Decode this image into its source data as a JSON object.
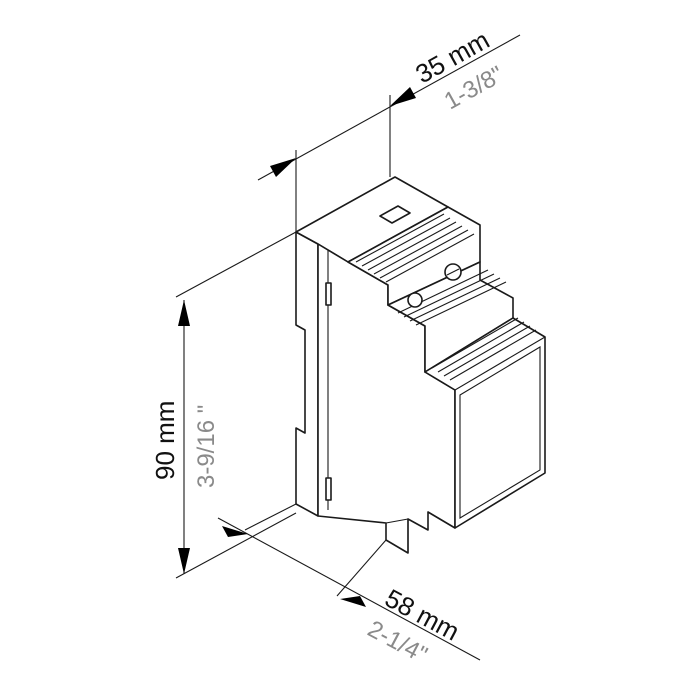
{
  "dimensions": {
    "width": {
      "metric": "35 mm",
      "imperial": "1-3/8\""
    },
    "height": {
      "metric": "90 mm",
      "imperial": "3-9/16 \""
    },
    "depth": {
      "metric": "58 mm",
      "imperial": "2-1/4\""
    }
  },
  "colors": {
    "line": "#1a1a1a",
    "metric_text": "#111111",
    "imperial_text": "#8a8a8a",
    "background": "#ffffff"
  }
}
